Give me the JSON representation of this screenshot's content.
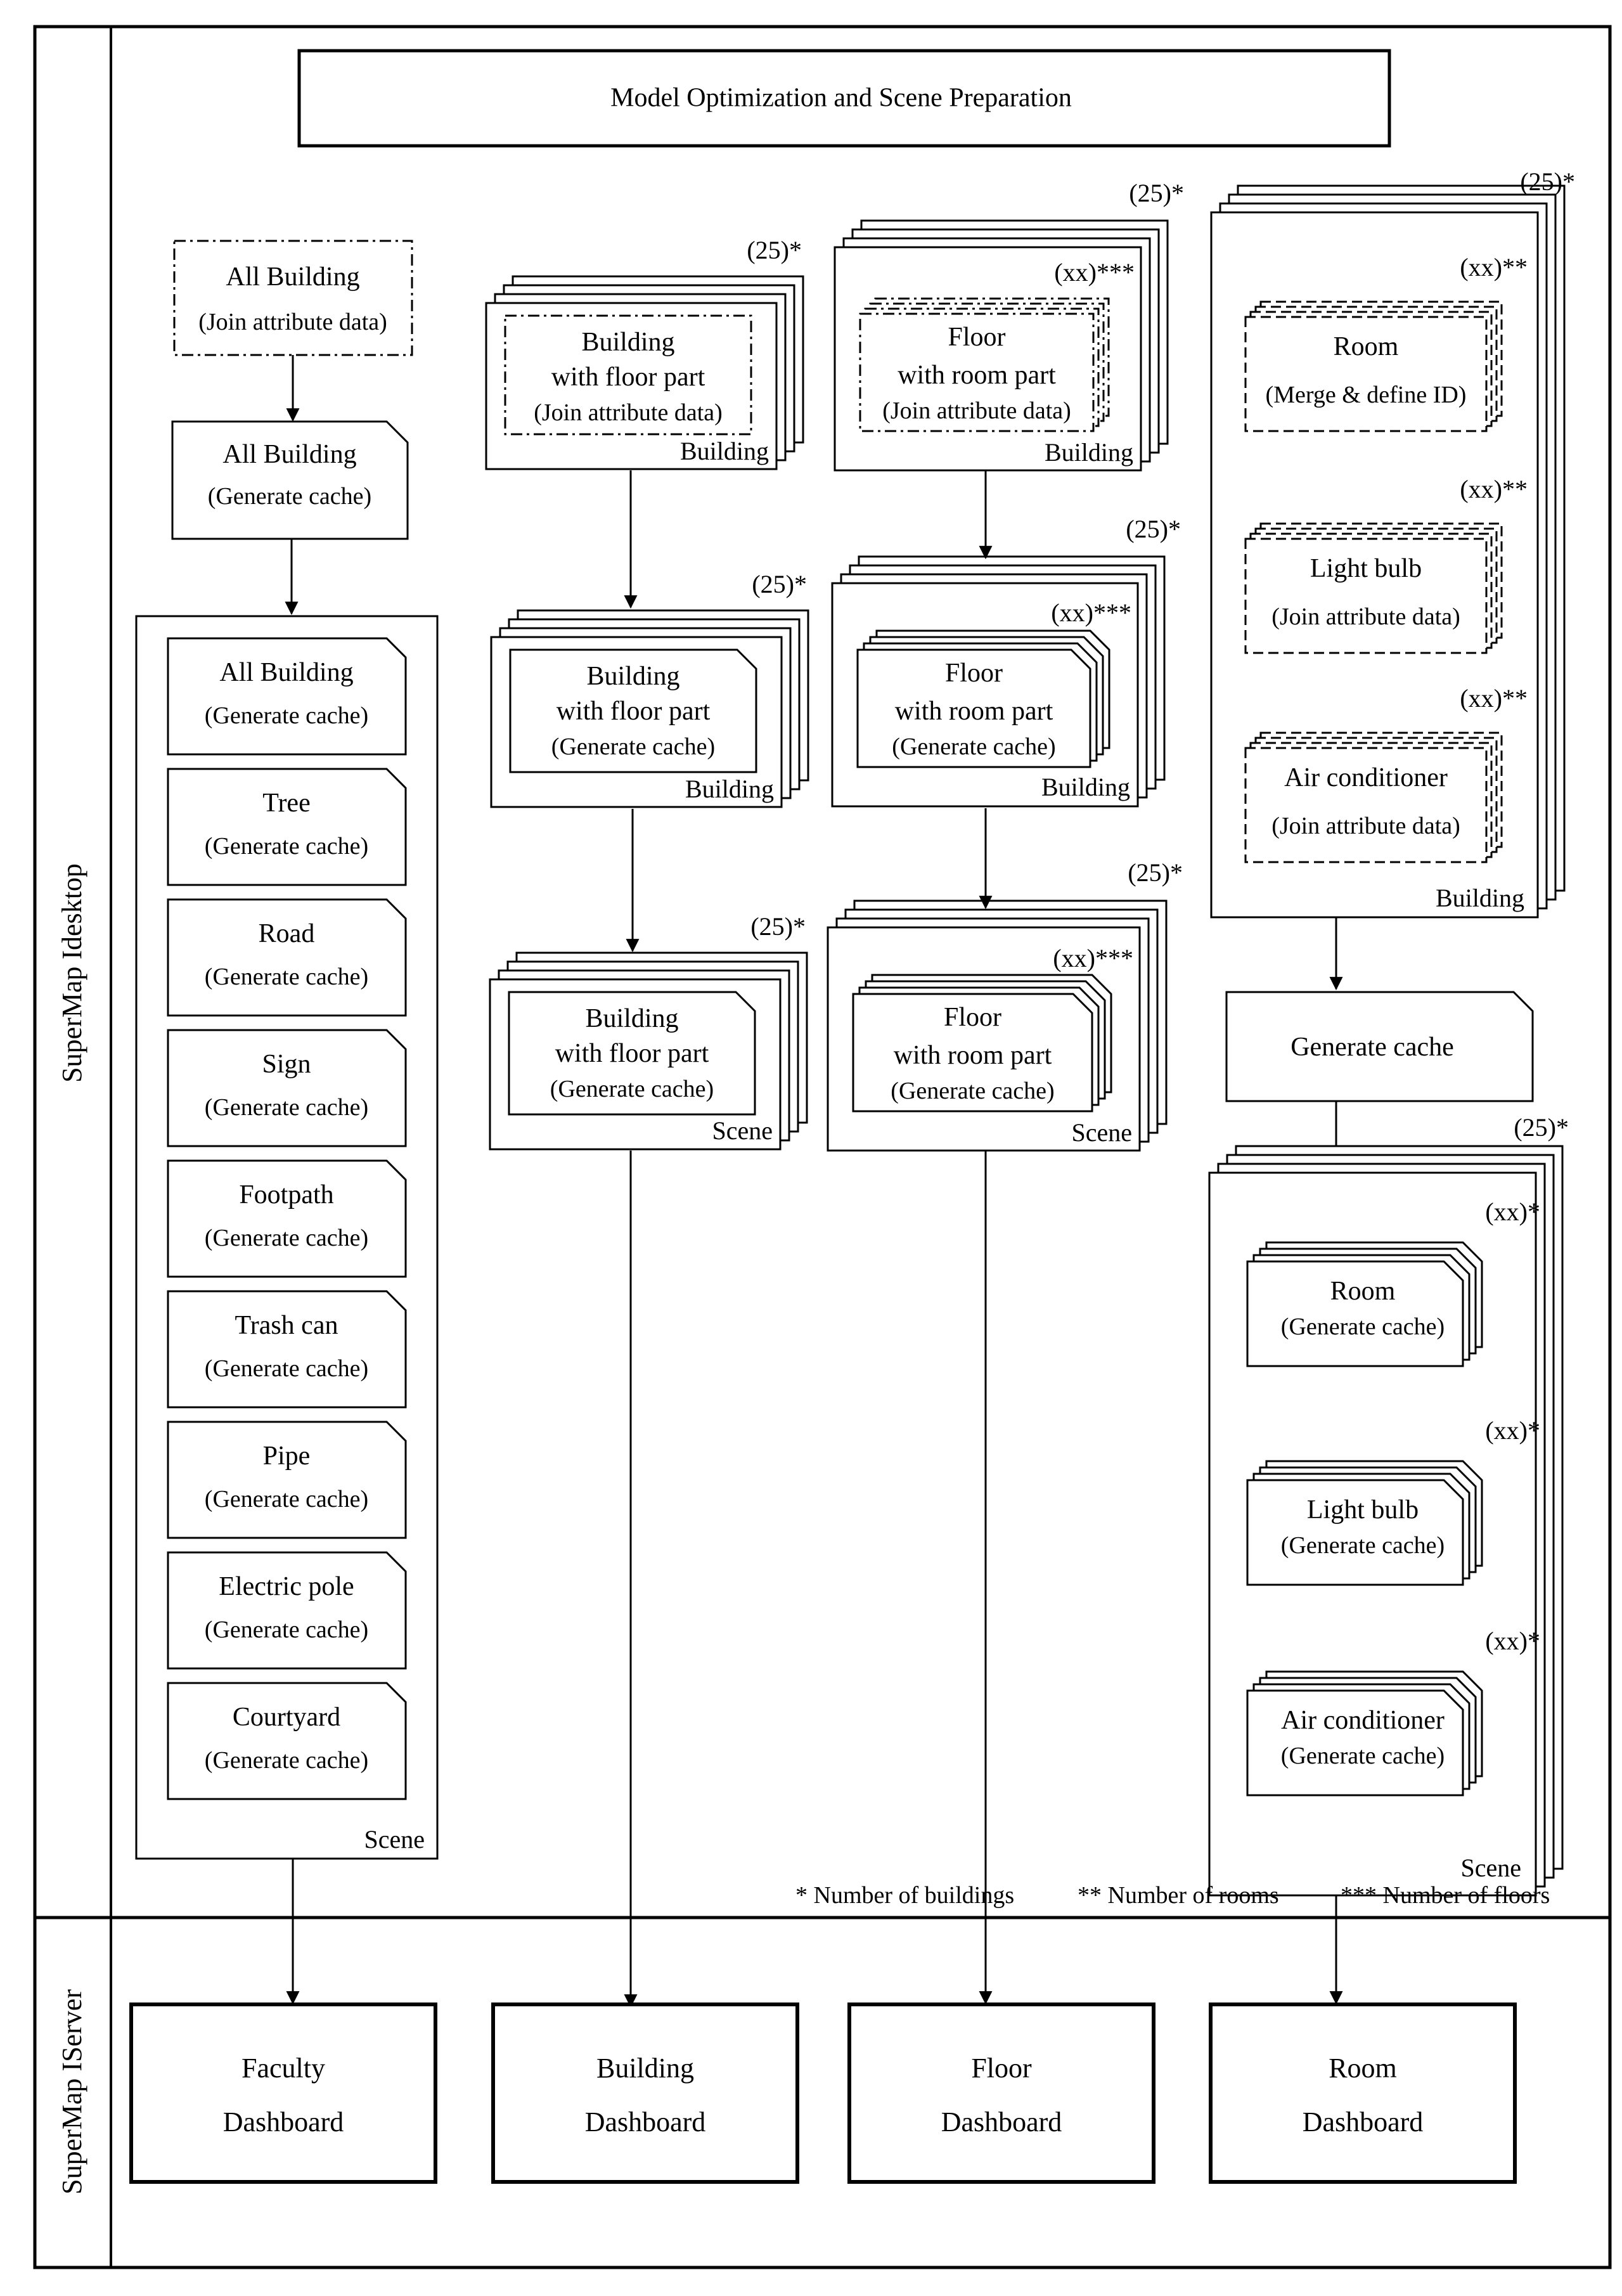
{
  "lanes": {
    "desktop": "SuperMap Idesktop",
    "server": "SuperMap IServer"
  },
  "header": {
    "title": "Model Optimization and Scene Preparation"
  },
  "col1": {
    "join_title": "All Building",
    "join_sub": "(Join attribute data)",
    "cache_title": "All Building",
    "cache_sub": "(Generate cache)",
    "scene_label": "Scene",
    "items": [
      {
        "title": "All Building",
        "sub": "(Generate cache)"
      },
      {
        "title": "Tree",
        "sub": "(Generate cache)"
      },
      {
        "title": "Road",
        "sub": "(Generate cache)"
      },
      {
        "title": "Sign",
        "sub": "(Generate cache)"
      },
      {
        "title": "Footpath",
        "sub": "(Generate cache)"
      },
      {
        "title": "Trash can",
        "sub": "(Generate cache)"
      },
      {
        "title": "Pipe",
        "sub": "(Generate cache)"
      },
      {
        "title": "Electric pole",
        "sub": "(Generate cache)"
      },
      {
        "title": "Courtyard",
        "sub": "(Generate cache)"
      }
    ]
  },
  "col2": {
    "stacks": [
      {
        "count": "(25)*",
        "line1": "Building",
        "line2": "with floor part",
        "line3": "(Join attribute data)",
        "label": "Building"
      },
      {
        "count": "(25)*",
        "line1": "Building",
        "line2": "with floor part",
        "line3": "(Generate cache)",
        "label": "Building"
      },
      {
        "count": "(25)*",
        "line1": "Building",
        "line2": "with floor part",
        "line3": "(Generate cache)",
        "label": "Scene"
      }
    ]
  },
  "col3": {
    "stacks": [
      {
        "count": "(25)*",
        "inner_count": "(xx)***",
        "line1": "Floor",
        "line2": "with room part",
        "line3": "(Join attribute data)",
        "label": "Building"
      },
      {
        "count": "(25)*",
        "inner_count": "(xx)***",
        "line1": "Floor",
        "line2": "with room part",
        "line3": "(Generate cache)",
        "label": "Building"
      },
      {
        "count": "(25)*",
        "inner_count": "(xx)***",
        "line1": "Floor",
        "line2": "with room part",
        "line3": "(Generate cache)",
        "label": "Scene"
      }
    ]
  },
  "col4": {
    "top_count": "(25)*",
    "top_label": "Building",
    "top_items": [
      {
        "count": "(xx)**",
        "title": "Room",
        "sub": "(Merge & define ID)"
      },
      {
        "count": "(xx)**",
        "title": "Light bulb",
        "sub": "(Join attribute data)"
      },
      {
        "count": "(xx)**",
        "title": "Air conditioner",
        "sub": "(Join attribute data)"
      }
    ],
    "generate_cache": "Generate cache",
    "bottom_count": "(25)*",
    "bottom_label": "Scene",
    "bottom_items": [
      {
        "count": "(xx)*",
        "title": "Room",
        "sub": "(Generate cache)"
      },
      {
        "count": "(xx)*",
        "title": "Light bulb",
        "sub": "(Generate cache)"
      },
      {
        "count": "(xx)*",
        "title": "Air conditioner",
        "sub": "(Generate cache)"
      }
    ]
  },
  "footnotes": {
    "buildings": "* Number of buildings",
    "rooms": "** Number of rooms",
    "floors": "*** Number of floors"
  },
  "dashboards": [
    {
      "line1": "Faculty",
      "line2": "Dashboard"
    },
    {
      "line1": "Building",
      "line2": "Dashboard"
    },
    {
      "line1": "Floor",
      "line2": "Dashboard"
    },
    {
      "line1": "Room",
      "line2": "Dashboard"
    }
  ]
}
